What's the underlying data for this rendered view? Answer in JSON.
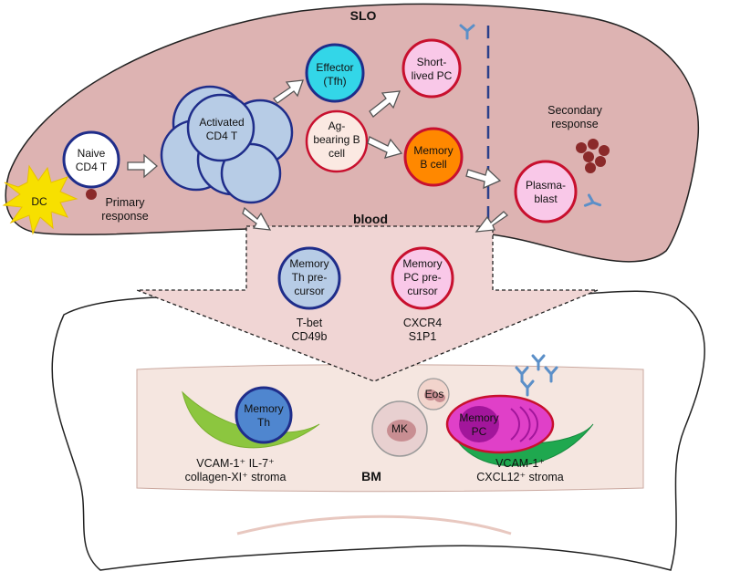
{
  "regions": {
    "slo": "SLO",
    "blood": "blood",
    "bm": "BM"
  },
  "cells": {
    "dc": "DC",
    "naive": [
      "Naive",
      "CD4 T"
    ],
    "activated": [
      "Activated",
      "CD4 T"
    ],
    "effector": [
      "Effector",
      "(Tfh)"
    ],
    "ag_b": [
      "Ag-",
      "bearing B",
      "cell"
    ],
    "short_pc": [
      "Short-",
      "lived PC"
    ],
    "memory_b": [
      "Memory",
      "B cell"
    ],
    "plasmablast": [
      "Plasma-",
      "blast"
    ],
    "mem_th_pre": [
      "Memory",
      "Th pre-",
      "cursor"
    ],
    "mem_pc_pre": [
      "Memory",
      "PC pre-",
      "cursor"
    ],
    "mem_th": [
      "Memory",
      "Th"
    ],
    "mk": "MK",
    "eos": "Eos",
    "mem_pc": [
      "Memory",
      "PC"
    ]
  },
  "labels": {
    "primary": [
      "Primary",
      "response"
    ],
    "secondary": [
      "Secondary",
      "response"
    ],
    "th_markers": [
      "T-bet",
      "CD49b"
    ],
    "pc_markers": [
      "CXCR4",
      "S1P1"
    ],
    "stroma_left": [
      "VCAM-1⁺ IL-7⁺",
      "collagen-XI⁺ stroma"
    ],
    "stroma_right": [
      "VCAM-1⁺",
      "CXCL12⁺ stroma"
    ]
  },
  "colors": {
    "slo_fill": "#ddb3b2",
    "blood_fill": "#f0d5d4",
    "bm_fill": "#f5e6e0",
    "t_cell": "#b7cce6",
    "t_border": "#1f2d8a",
    "pc_border": "#c8102e",
    "effector": "#33d6e8",
    "short_pc": "#f9c8e8",
    "memory_b": "#ff8800",
    "memory_th": "#4f86cf",
    "memory_pc": "#e040c8",
    "stroma": "#8cc63f",
    "dc": "#f7e000",
    "antibody": "#5b8fc8"
  }
}
